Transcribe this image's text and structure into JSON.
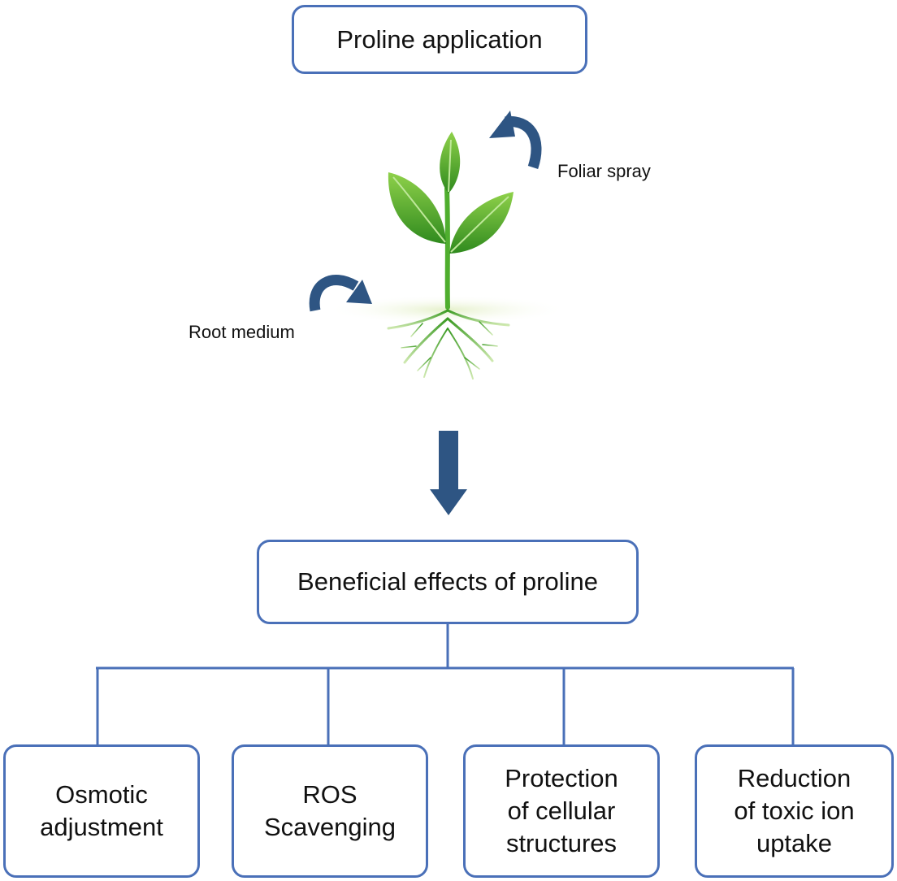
{
  "diagram": {
    "top_box": {
      "label": "Proline application"
    },
    "application_routes": {
      "foliar": "Foliar spray",
      "root": "Root medium"
    },
    "middle_box": {
      "label": "Beneficial effects of proline"
    },
    "effects": [
      {
        "label": "Osmotic\nadjustment"
      },
      {
        "label": "ROS\nScavenging"
      },
      {
        "label": "Protection\nof cellular\nstructures"
      },
      {
        "label": "Reduction\nof toxic ion\nuptake"
      }
    ]
  },
  "colors": {
    "box_border": "#4a70b8",
    "arrow": "#2e5583",
    "connector": "#4a70b8",
    "leaf_green": "#4aa82a",
    "text": "#111111"
  },
  "icons": [
    "plant-seedling-icon",
    "curved-arrow-icon",
    "down-arrow-icon"
  ]
}
